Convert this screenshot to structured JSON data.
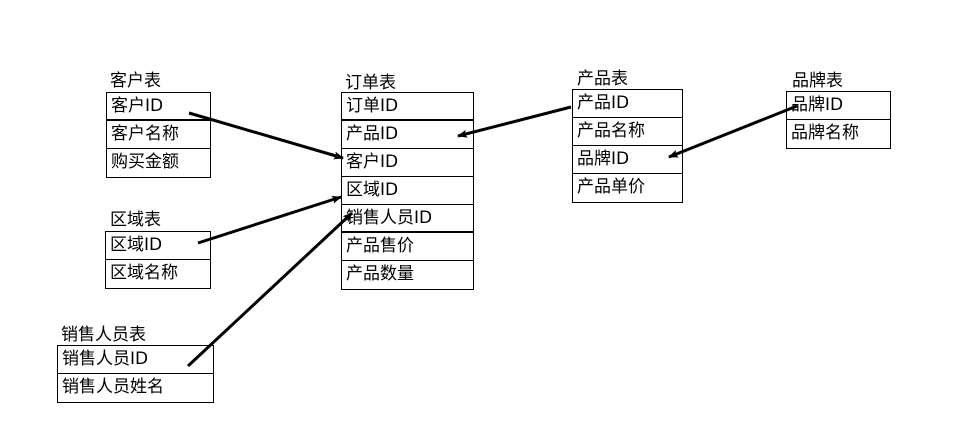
{
  "tables": {
    "customer": {
      "title": "客户表",
      "fields": [
        "客户ID",
        "客户名称",
        "购买金额"
      ]
    },
    "order": {
      "title": "订单表",
      "fields": [
        "订单ID",
        "产品ID",
        "客户ID",
        "区域ID",
        "销售人员ID",
        "产品售价",
        "产品数量"
      ]
    },
    "product": {
      "title": "产品表",
      "fields": [
        "产品ID",
        "产品名称",
        "品牌ID",
        "产品单价"
      ]
    },
    "brand": {
      "title": "品牌表",
      "fields": [
        "品牌ID",
        "品牌名称"
      ]
    },
    "region": {
      "title": "区域表",
      "fields": [
        "区域ID",
        "区域名称"
      ]
    },
    "salesperson": {
      "title": "销售人员表",
      "fields": [
        "销售人员ID",
        "销售人员姓名"
      ]
    }
  },
  "relationships": [
    {
      "from": "customer.客户ID",
      "to": "order.客户ID"
    },
    {
      "from": "product.产品ID",
      "to": "order.产品ID"
    },
    {
      "from": "brand.品牌ID",
      "to": "product.品牌ID"
    },
    {
      "from": "region.区域ID",
      "to": "order.区域ID"
    },
    {
      "from": "salesperson.销售人员ID",
      "to": "order.销售人员ID"
    }
  ]
}
